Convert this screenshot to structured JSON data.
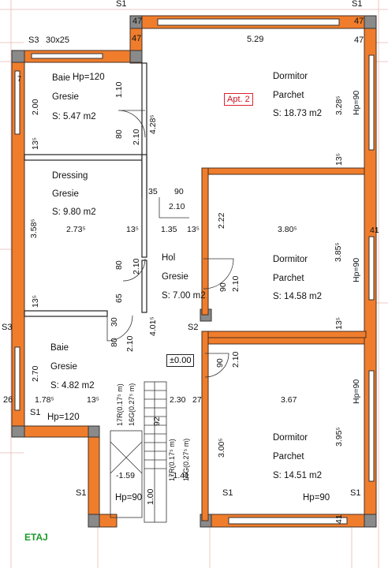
{
  "plan": {
    "level_label": "ETAJ",
    "apartment_tag": "Apt. 2",
    "rooms": {
      "baie_top": {
        "name": "Baie",
        "hp": "Hp=120",
        "finish": "Gresie",
        "area": "S: 5.47 m2"
      },
      "dormitor_1": {
        "name": "Dormitor",
        "finish": "Parchet",
        "area": "S: 18.73 m2",
        "hp": "Hp=90"
      },
      "dressing": {
        "name": "Dressing",
        "finish": "Gresie",
        "area": "S: 9.80 m2"
      },
      "dormitor_2": {
        "name": "Dormitor",
        "finish": "Parchet",
        "area": "S: 14.58 m2",
        "hp": "Hp=90"
      },
      "hol": {
        "name": "Hol",
        "finish": "Gresie",
        "area": "S: 7.00 m2"
      },
      "baie_bottom": {
        "name": "Baie",
        "finish": "Gresie",
        "area": "S: 4.82 m2",
        "hp": "Hp=120"
      },
      "dormitor_3": {
        "name": "Dormitor",
        "finish": "Parchet",
        "area": "S: 14.51 m2",
        "hp_left": "Hp=90",
        "hp_right": "Hp=90",
        "hp_side": "Hp=90"
      }
    },
    "level_mark": "±0.00",
    "dims": {
      "d_529": "5.29",
      "d_47a": "47",
      "d_47b": "47",
      "d_47c": "47",
      "d_47d": "47",
      "d_s3": "S3",
      "d_30x25": "30x25",
      "d_s1a": "S1",
      "d_s1b": "S1",
      "d_s1c": "S1",
      "d_s1d": "S1",
      "d_s1e": "S1",
      "d_s1f": "S1",
      "d_s2": "S2",
      "d_s3b": "S3",
      "d_200": "2.00",
      "d_110": "1.10",
      "d_428": "4.28⁵",
      "d_328": "3.28⁵",
      "d_135a": "13⁵",
      "d_135b": "13⁵",
      "d_80a": "80",
      "d_210a": "2.10",
      "d_35": "35",
      "d_90a": "90",
      "d_210b": "2.10",
      "d_358": "3.58⁵",
      "d_273": "2.73⁵",
      "d_135c": "13⁵",
      "d_135d": "1.35",
      "d_135e": "13⁵",
      "d_222": "2.22",
      "d_380": "3.80⁵",
      "d_385": "3.85⁵",
      "d_41a": "41",
      "d_80b": "80",
      "d_210c": "2.10",
      "d_65": "65",
      "d_90b": "90",
      "d_210d": "2.10",
      "d_401": "4.01⁵",
      "d_135f": "13⁵",
      "d_135g": "13⁵",
      "d_80c": "80",
      "d_30": "30",
      "d_210e": "2.10",
      "d_90c": "90",
      "d_210f": "2.10",
      "d_270": "2.70",
      "d_178": "1.78⁵",
      "d_135h": "13⁵",
      "d_230": "2.30",
      "d_27": "27",
      "d_367": "3.67",
      "d_395": "3.95⁵",
      "d_26": "26",
      "d_300": "3.00⁵",
      "d_92": "92",
      "d_159": "-1.59",
      "d_141": "-1.41",
      "d_100": "1.00",
      "d_41b": "41",
      "stair_a1": "17R(0.17⁵ m)",
      "stair_a2": "16G(0.27⁵ m)",
      "stair_b1": "17R(0.17⁵ m)",
      "stair_b2": "16G(0.27⁵ m)"
    }
  }
}
